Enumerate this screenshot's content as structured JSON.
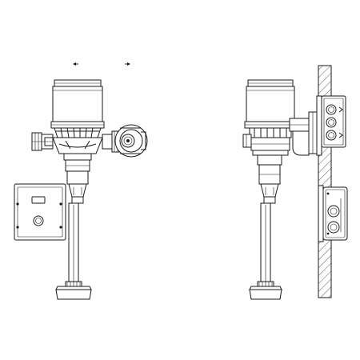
{
  "drawing": {
    "views": [
      {
        "id": "front-view",
        "component": "flush-valve-with-wall-control-box"
      },
      {
        "id": "side-view",
        "component": "flush-valve-with-wall-section"
      }
    ],
    "colors": {
      "line": "#1a1a1a",
      "background": "#ffffff"
    },
    "markers": [
      "left-arrow-marker",
      "right-arrow-marker"
    ]
  }
}
